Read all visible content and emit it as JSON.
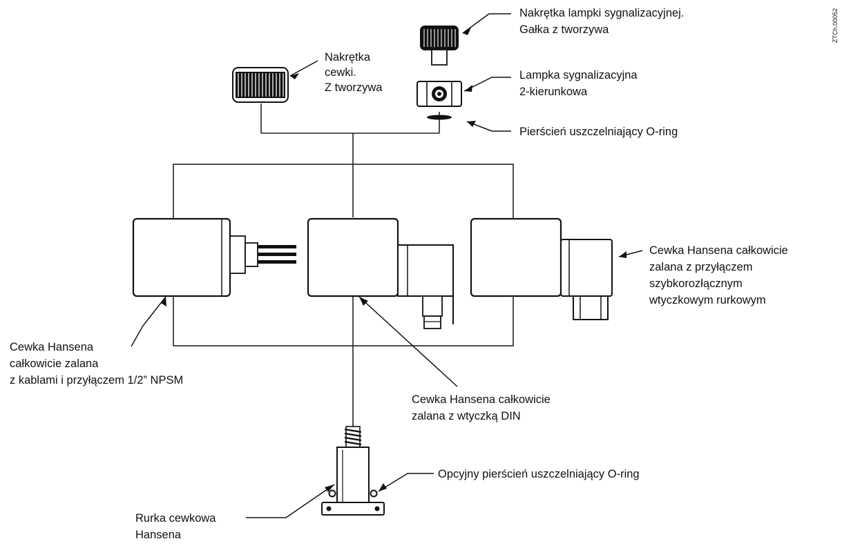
{
  "labels": {
    "signal_nut": [
      "Nakrętka lampki sygnalizacyjnej.",
      "Gałka z tworzywa"
    ],
    "coil_nut": [
      "Nakrętka",
      "cewki.",
      "Z tworzywa"
    ],
    "signal_lamp": [
      "Lampka sygnalizacyjna",
      "2-kierunkowa"
    ],
    "oring": [
      "Pierścień uszczelniający O-ring"
    ],
    "coil_tube_connector": [
      "Cewka Hansena całkowicie",
      "zalana z przyłączem",
      "szybkorozłącznym",
      "wtyczkowym rurkowym"
    ],
    "coil_cable": [
      "Cewka Hansena",
      "całkowicie zalana",
      "z kablami i przyłączem 1/2” NPSM"
    ],
    "coil_din": [
      "Cewka Hansena całkowicie",
      "zalana z wtyczką DIN"
    ],
    "optional_oring": [
      "Opcyjny pierścień uszczelniający O-ring"
    ],
    "coil_tube": [
      "Rurka cewkowa",
      "Hansena"
    ]
  },
  "reference_code": "ZTCh.00052"
}
